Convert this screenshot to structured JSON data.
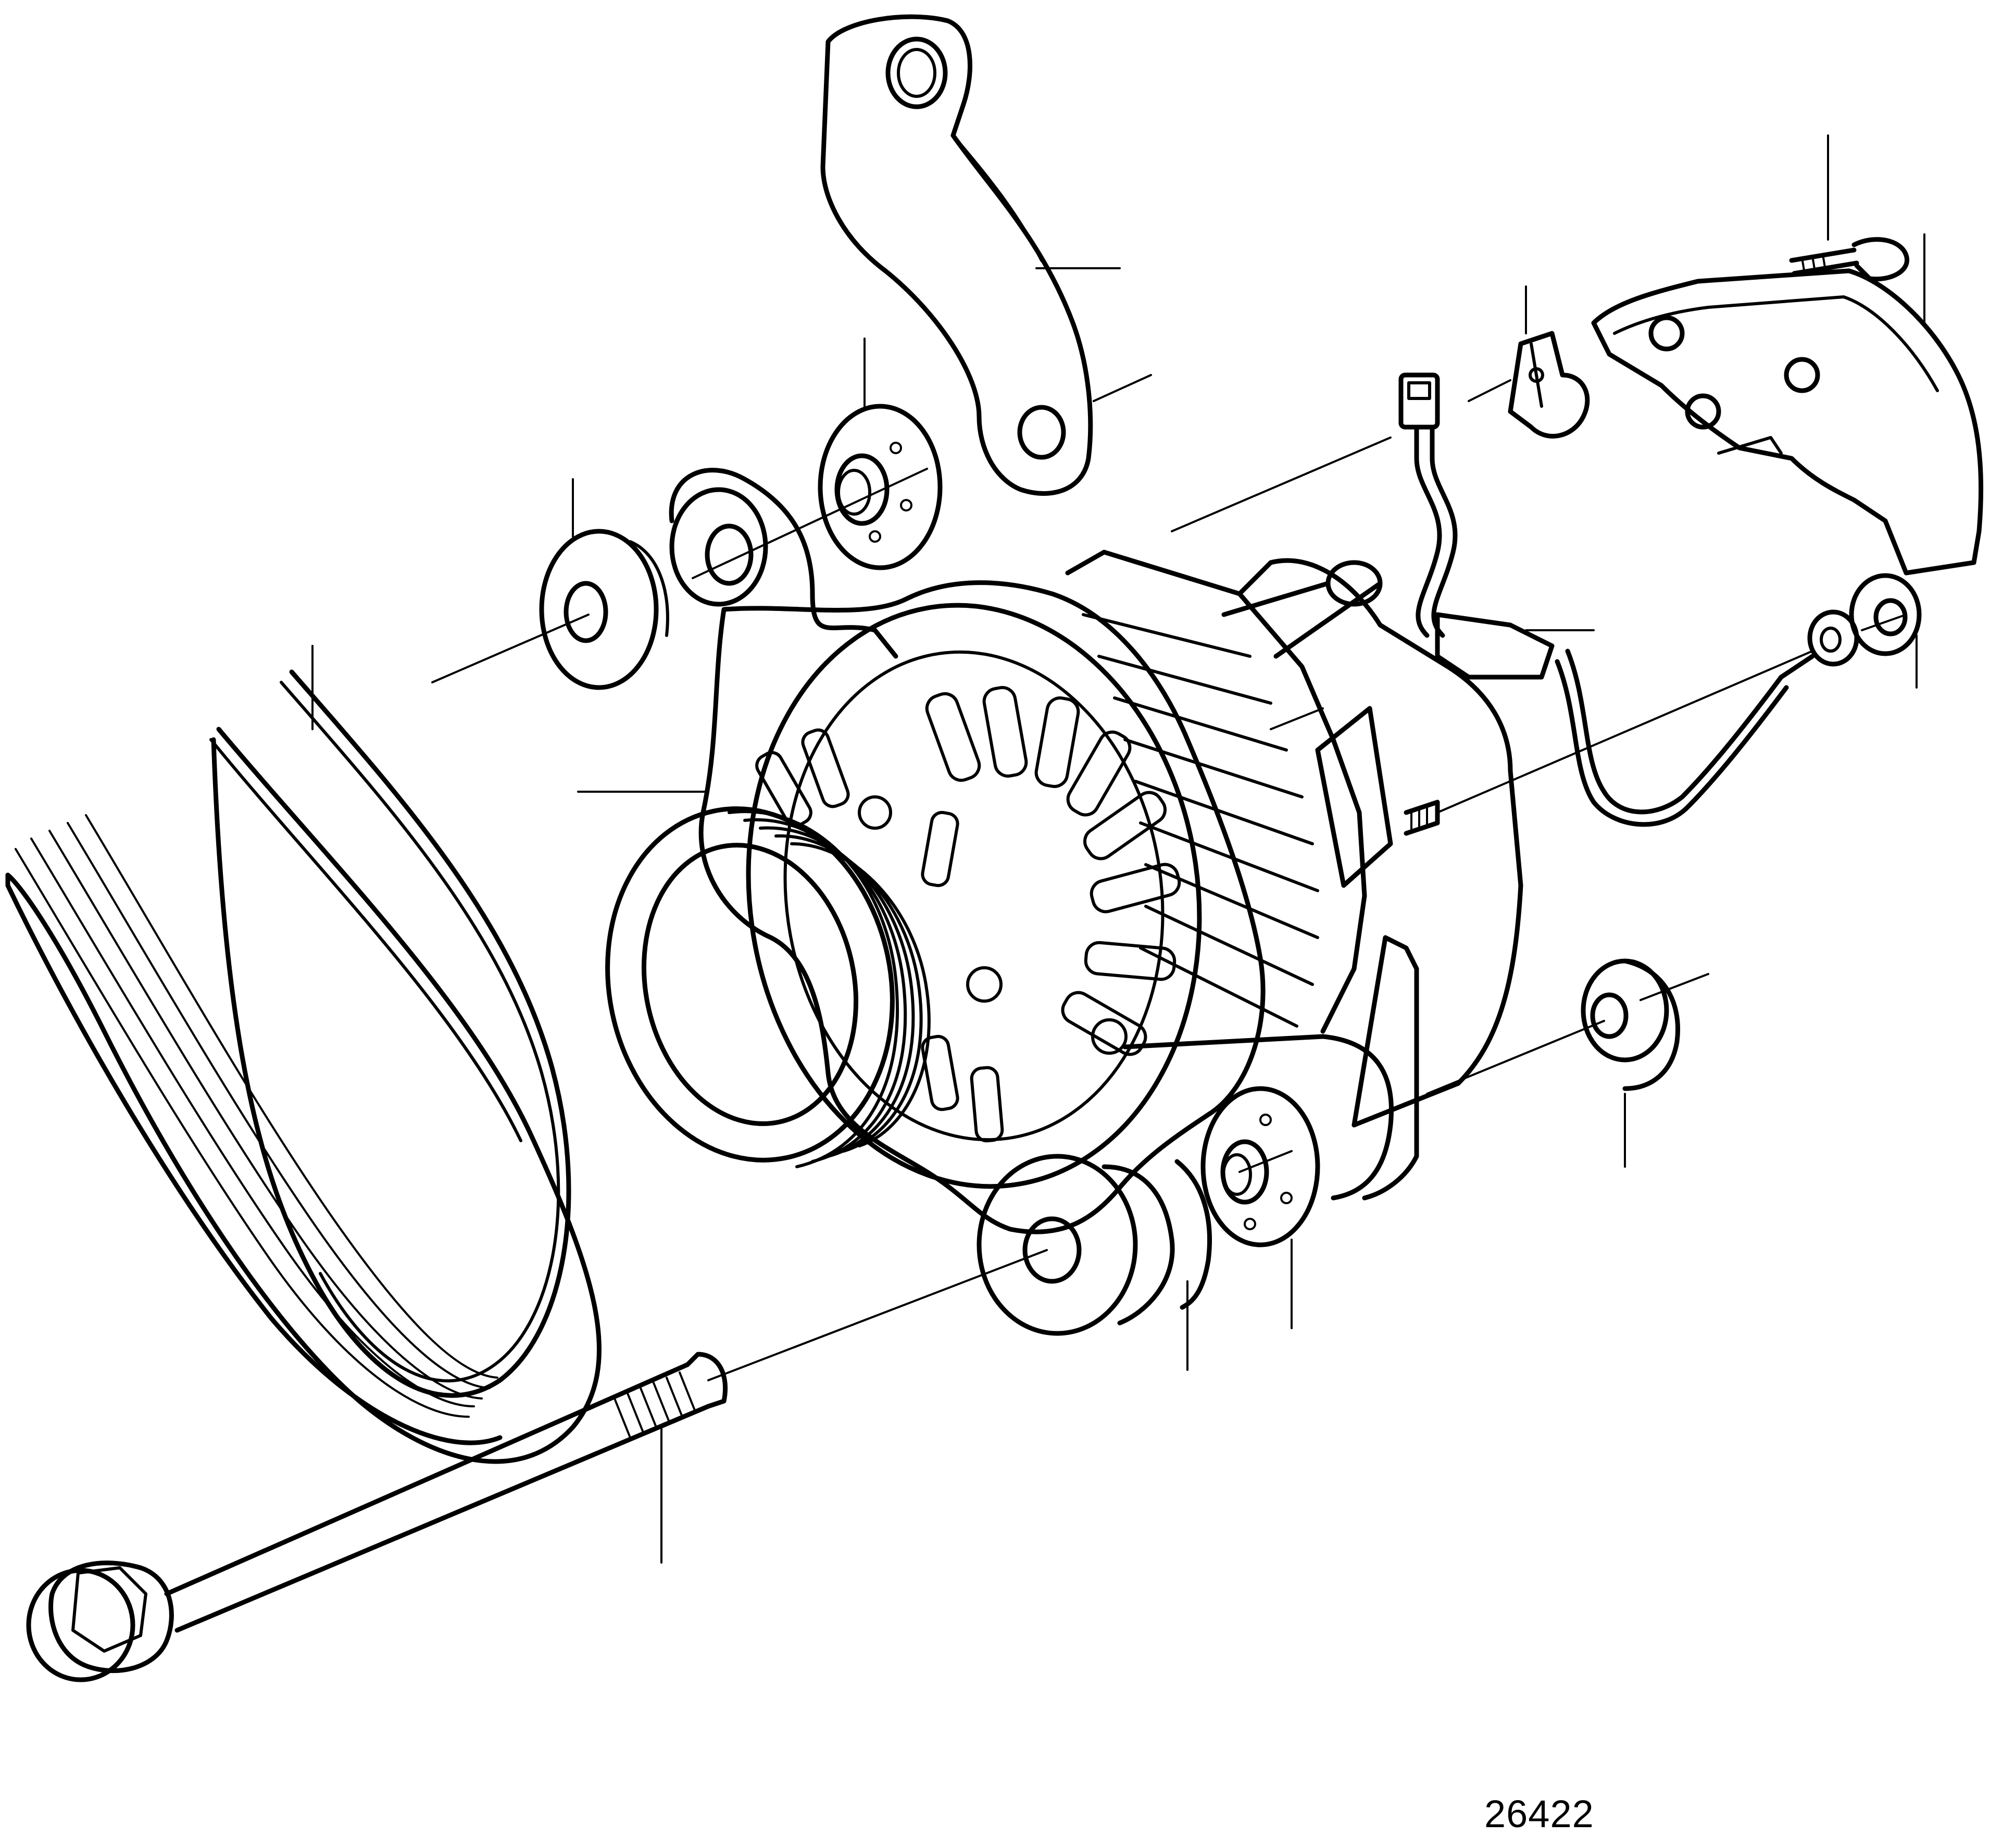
{
  "figure": {
    "number": "26422"
  },
  "colors": {
    "line": "#000000",
    "background": "#ffffff"
  },
  "parts": [
    {
      "name": "alternator",
      "icon": "alternator-icon"
    },
    {
      "name": "poly-v-belt",
      "icon": "belt-icon"
    },
    {
      "name": "upper-bracket",
      "icon": "bracket-icon"
    },
    {
      "name": "long-bolt",
      "icon": "bolt-icon"
    },
    {
      "name": "cable-harness",
      "icon": "cable-icon"
    },
    {
      "name": "cover",
      "icon": "cover-icon"
    }
  ]
}
